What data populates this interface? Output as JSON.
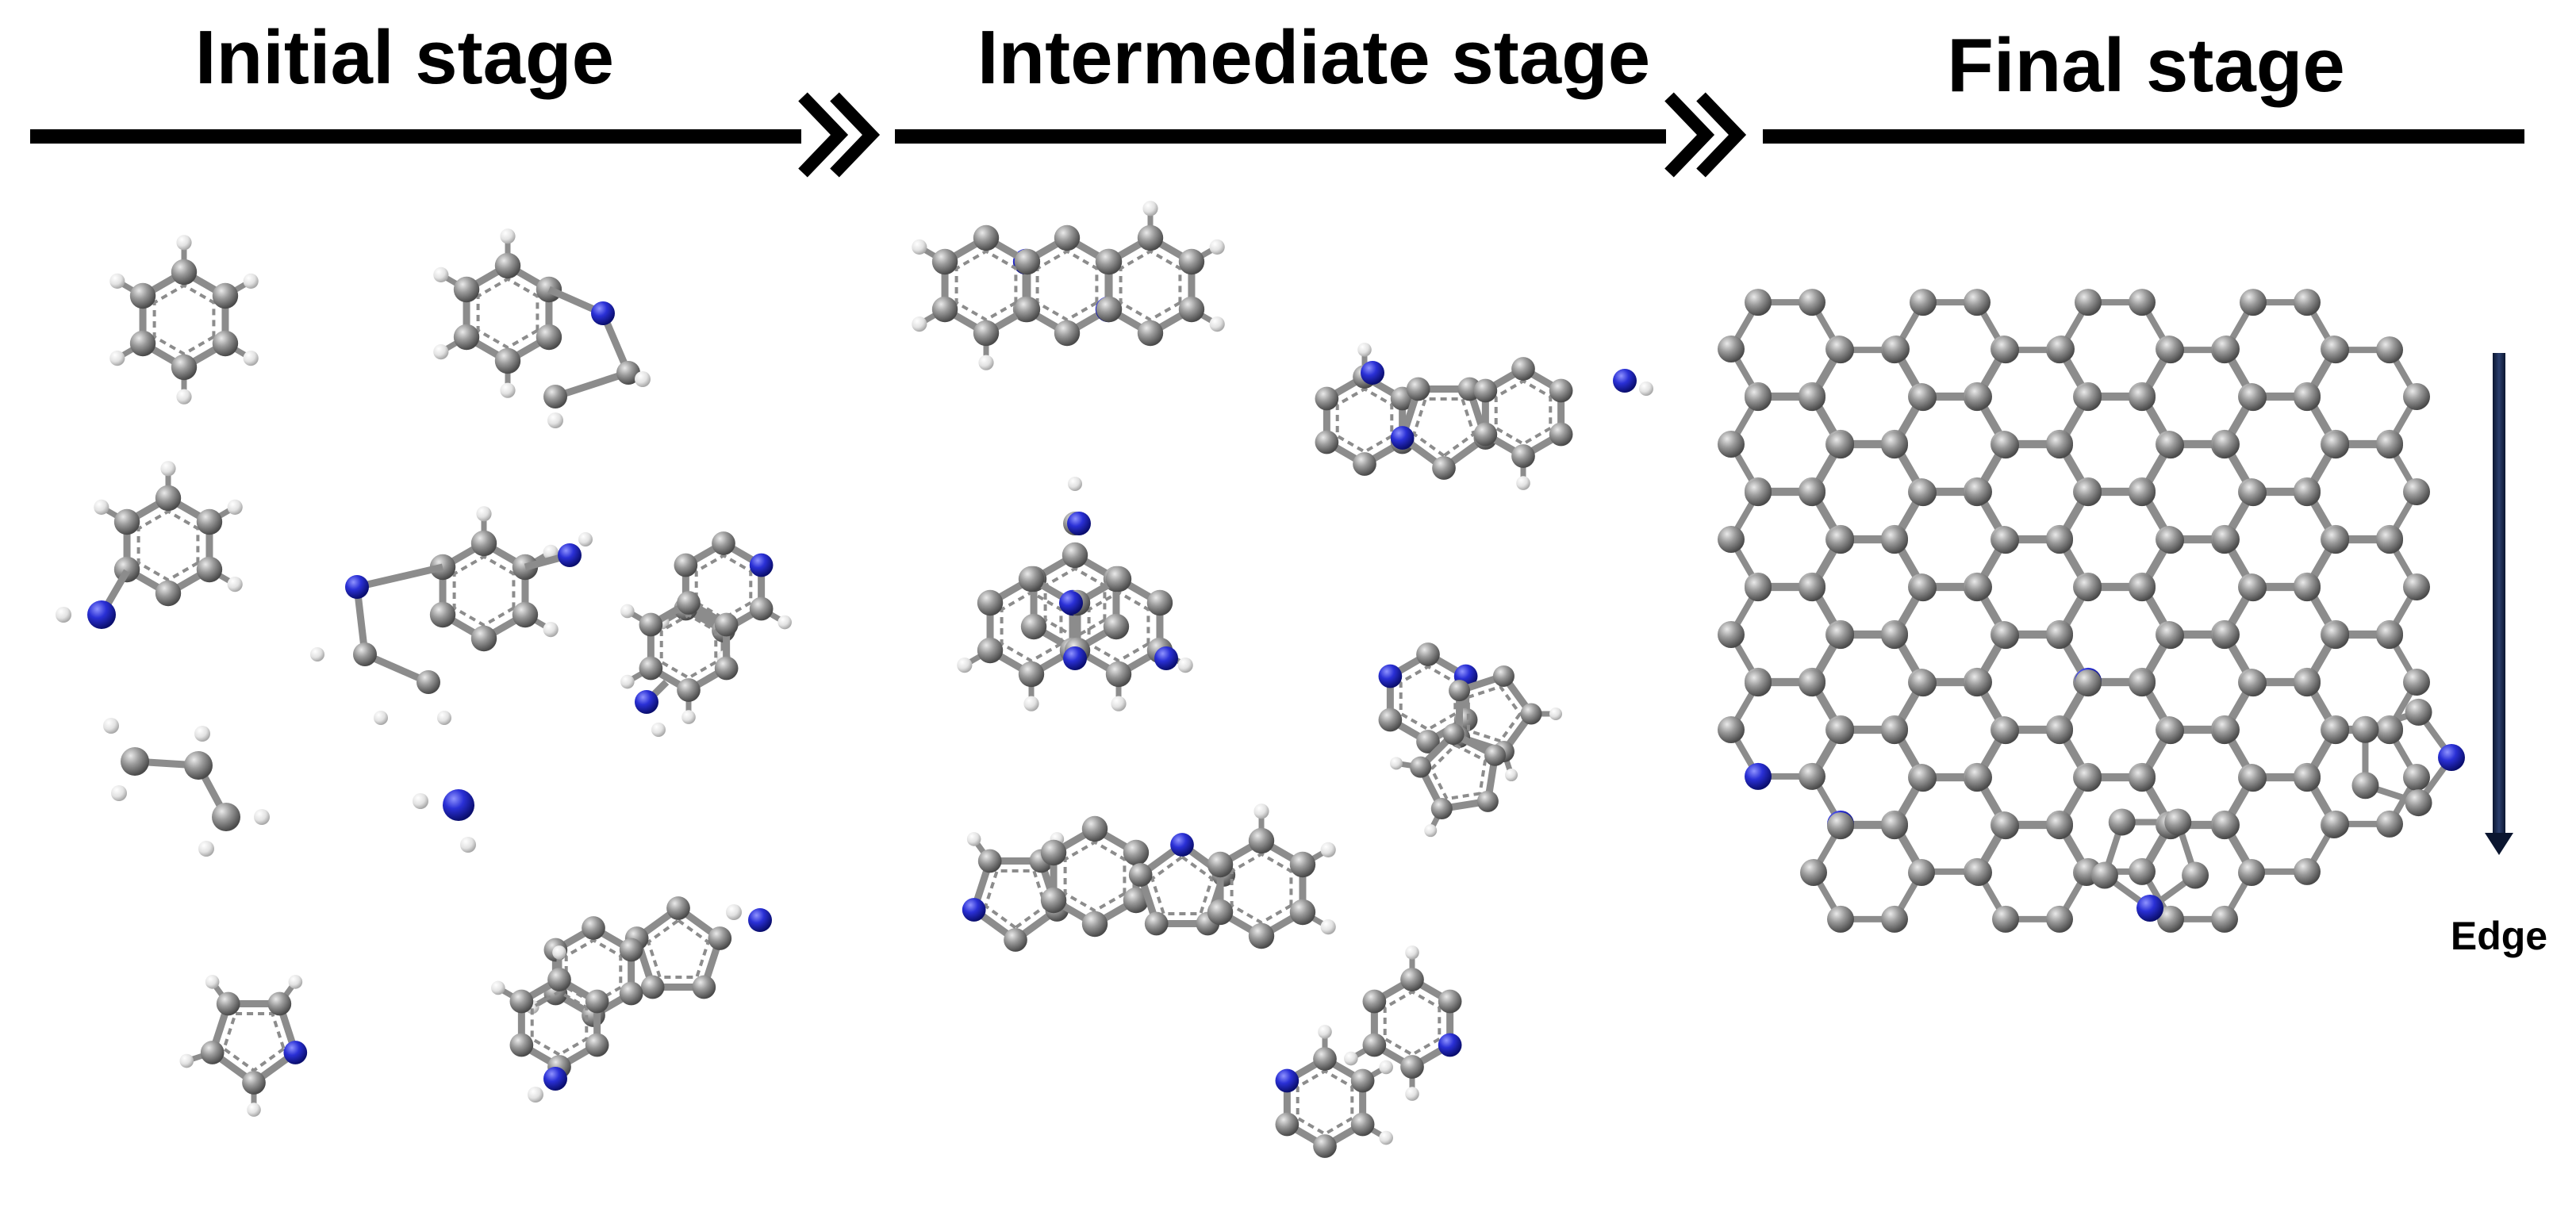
{
  "stages": {
    "initial": "Initial stage",
    "intermediate": "Intermediate stage",
    "final": "Final stage"
  },
  "edge_label": "Edge",
  "colors": {
    "carbon": "#7d7d7d",
    "nitrogen": "#1c22c8",
    "hydrogen": "#dcdcdc",
    "bond": "#8c8c8c",
    "axis": "#000000",
    "edge_arrow": "#0b1630"
  }
}
